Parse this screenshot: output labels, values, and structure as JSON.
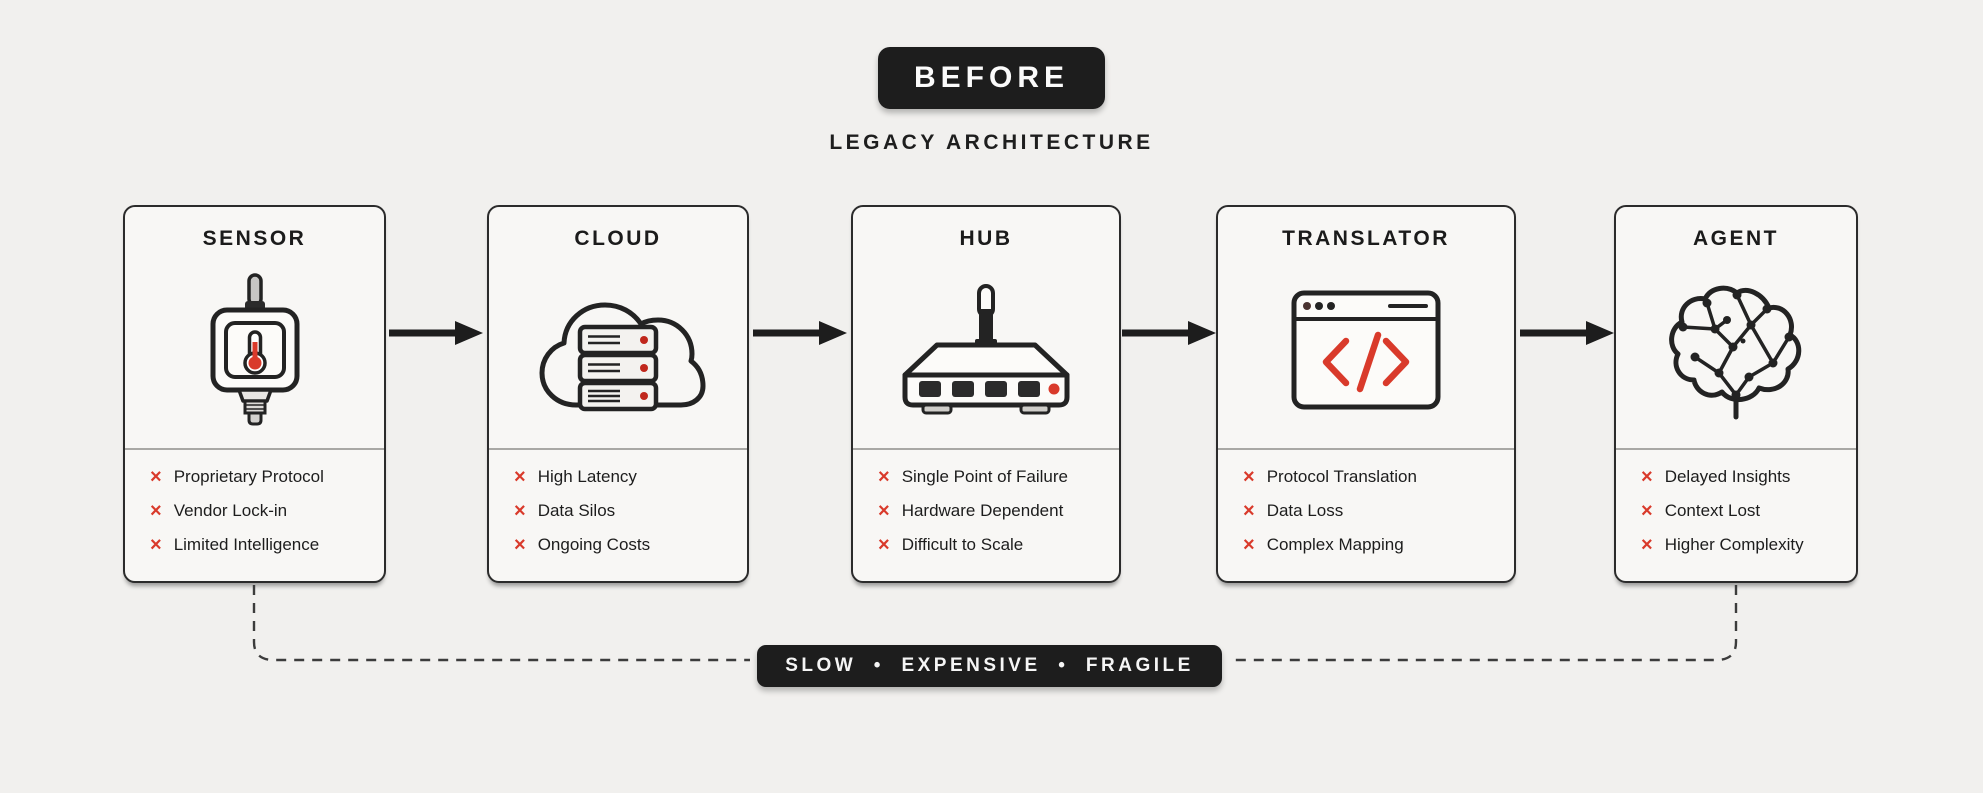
{
  "header": {
    "badge": "BEFORE",
    "subtitle": "LEGACY ARCHITECTURE"
  },
  "marker": "×",
  "cards": [
    {
      "title": "SENSOR",
      "icon": "sensor-device-icon",
      "issues": [
        "Proprietary Protocol",
        "Vendor Lock-in",
        "Limited Intelligence"
      ]
    },
    {
      "title": "CLOUD",
      "icon": "cloud-server-icon",
      "issues": [
        "High Latency",
        "Data Silos",
        "Ongoing Costs"
      ]
    },
    {
      "title": "HUB",
      "icon": "router-hub-icon",
      "issues": [
        "Single Point of Failure",
        "Hardware Dependent",
        "Difficult to Scale"
      ]
    },
    {
      "title": "TRANSLATOR",
      "icon": "code-window-icon",
      "issues": [
        "Protocol Translation",
        "Data Loss",
        "Complex Mapping"
      ]
    },
    {
      "title": "AGENT",
      "icon": "brain-network-icon",
      "issues": [
        "Delayed Insights",
        "Context Lost",
        "Higher Complexity"
      ]
    }
  ],
  "footer": {
    "label": "SLOW  •  EXPENSIVE  •  FRAGILE"
  },
  "colors": {
    "background": "#f1f0ee",
    "card_bg": "#f8f7f5",
    "border": "#2b2b2b",
    "badge_bg": "#1d1d1d",
    "accent_red": "#d93a2b"
  }
}
